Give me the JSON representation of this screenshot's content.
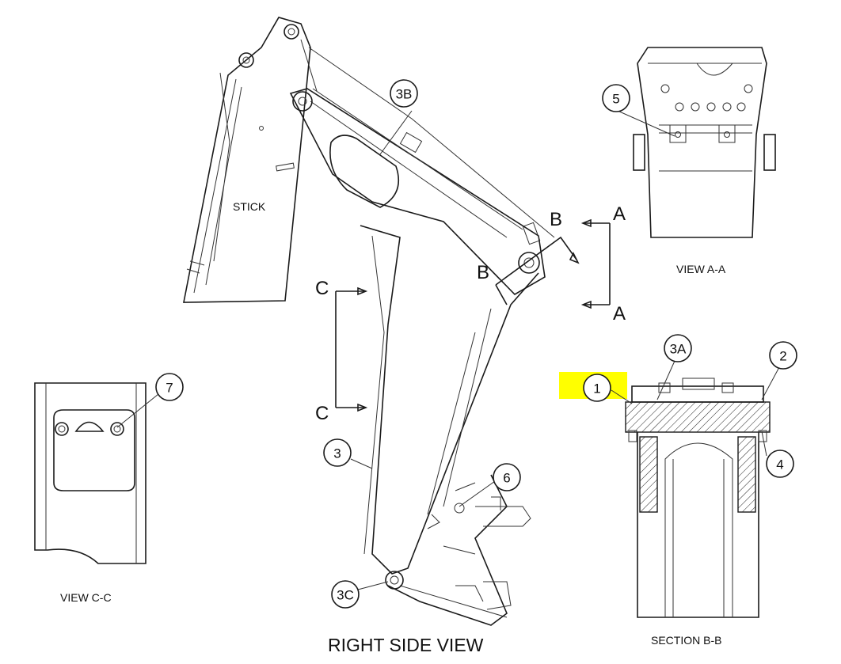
{
  "views": {
    "right_side": "RIGHT SIDE VIEW",
    "view_aa": "VIEW  A-A",
    "view_cc": "VIEW  C-C",
    "section_bb": "SECTION  B-B",
    "stick": "STICK"
  },
  "section_markers": {
    "a_top": "A",
    "a_bottom": "A",
    "b_top": "B",
    "b_left": "B",
    "c_top": "C",
    "c_bottom": "C"
  },
  "callouts": {
    "c1": "1",
    "c2": "2",
    "c3": "3",
    "c3a": "3A",
    "c3b": "3B",
    "c3c": "3C",
    "c4": "4",
    "c5": "5",
    "c6": "6",
    "c7": "7"
  },
  "colors": {
    "line": "#1a1a1a",
    "highlight": "#ffff00",
    "background": "#ffffff"
  }
}
